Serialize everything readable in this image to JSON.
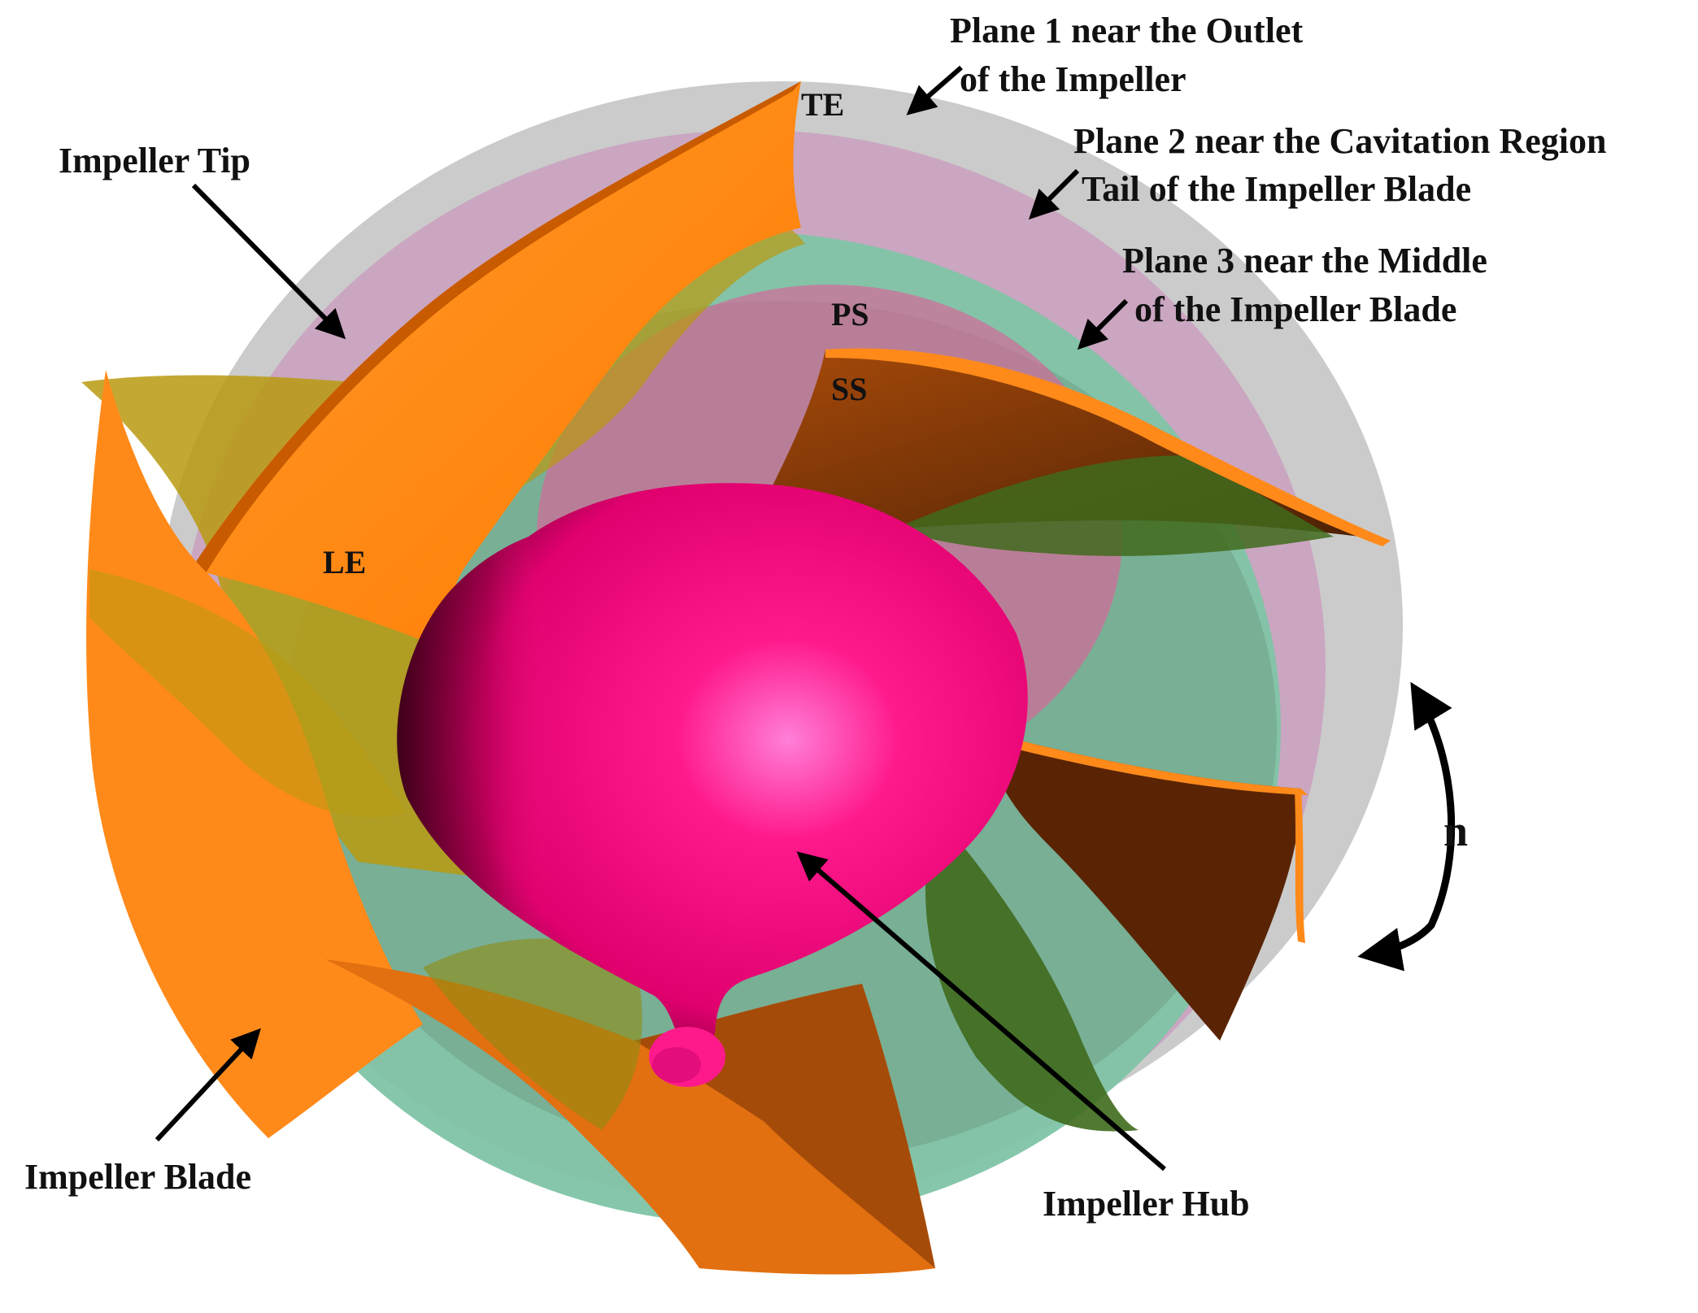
{
  "labels": {
    "plane1_line1": "Plane 1 near the Outlet",
    "plane1_line2": "of the Impeller",
    "plane2_line1": "Plane 2 near the Cavitation Region",
    "plane2_line2": "Tail of the Impeller Blade",
    "plane3_line1": "Plane 3 near the Middle",
    "plane3_line2": "of the Impeller Blade",
    "impeller_tip": "Impeller Tip",
    "impeller_blade": "Impeller Blade",
    "impeller_hub": "Impeller Hub",
    "te": "TE",
    "le": "LE",
    "ps": "PS",
    "ss": "SS",
    "rotation": "n"
  },
  "colors": {
    "plane1": "#c8c8c8",
    "plane2": "#c9a3c0",
    "plane3": "#7fc4a6",
    "blade": "#ff8a1a",
    "blade_dark": "#5a2a06",
    "blade_olive": "#b89a10",
    "blade_green": "#3f6a1c",
    "hub": "#ff1a8c",
    "hub_dark": "#5a0024"
  }
}
